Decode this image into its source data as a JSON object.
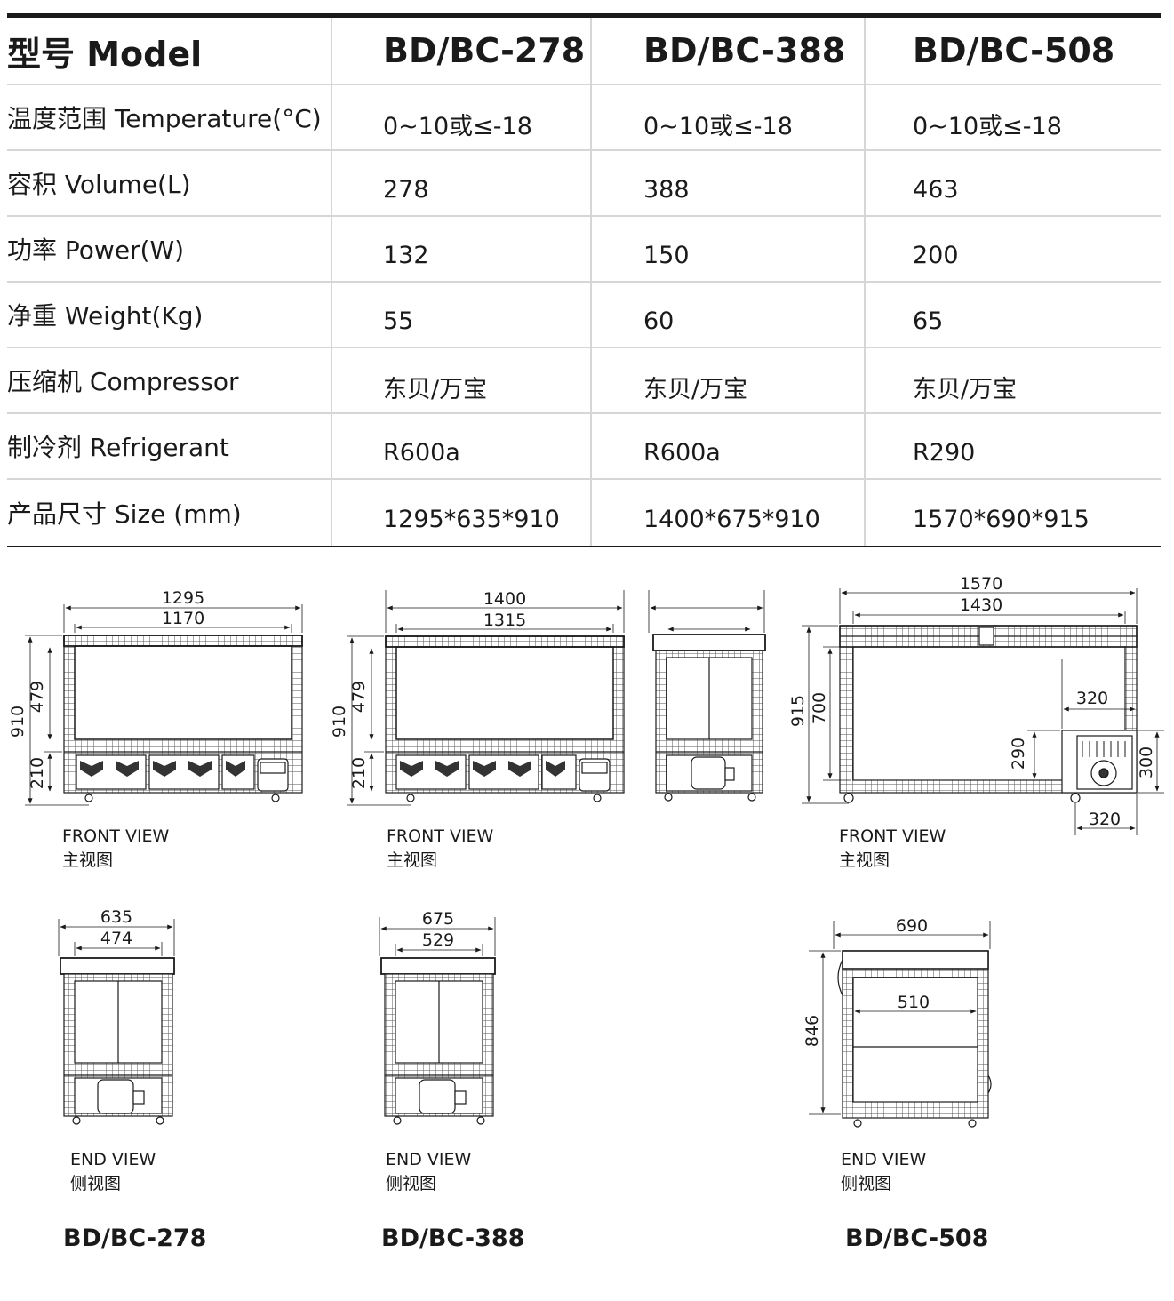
{
  "table": {
    "headers": [
      "型号 Model",
      "BD/BC-278",
      "BD/BC-388",
      "BD/BC-508"
    ],
    "rows": [
      [
        "温度范围 Temperature(°C)",
        "0~10或≤-18",
        "0~10或≤-18",
        "0~10或≤-18"
      ],
      [
        "容积 Volume(L)",
        "278",
        "388",
        "463"
      ],
      [
        "功率 Power(W)",
        "132",
        "150",
        "200"
      ],
      [
        "净重 Weight(Kg)",
        "55",
        "60",
        "65"
      ],
      [
        "压缩机 Compressor",
        "东贝/万宝",
        "东贝/万宝",
        "东贝/万宝"
      ],
      [
        "制冷剂 Refrigerant",
        "R600a",
        "R600a",
        "R290"
      ],
      [
        "产品尺寸 Size (mm)",
        "1295*635*910",
        "1400*675*910",
        "1570*690*915"
      ]
    ]
  },
  "drawings": {
    "front_label_en": "FRONT VIEW",
    "front_label_cn": "主视图",
    "end_label_en": "END VIEW",
    "end_label_cn": "侧视图",
    "m278": {
      "front": {
        "width_outer": "1295",
        "width_inner": "1170",
        "height_total": "910",
        "height_upper": "479",
        "height_lower": "210"
      },
      "end": {
        "width_outer": "635",
        "width_inner": "474"
      }
    },
    "m388": {
      "front": {
        "width_outer": "1400",
        "width_inner": "1315",
        "height_total": "910",
        "height_upper": "479",
        "height_lower": "210"
      },
      "end": {
        "width_outer": "675",
        "width_inner": "529"
      }
    },
    "m508": {
      "front": {
        "width_outer": "1570",
        "width_inner": "1430",
        "height_total": "915",
        "height_inner": "700",
        "comp_width_top": "320",
        "comp_height_left": "290",
        "comp_height_right": "300",
        "comp_width_bottom": "320"
      },
      "end": {
        "width_outer": "690",
        "width_inner": "510",
        "height": "846"
      }
    }
  },
  "captions": [
    "BD/BC-278",
    "BD/BC-388",
    "BD/BC-508"
  ]
}
